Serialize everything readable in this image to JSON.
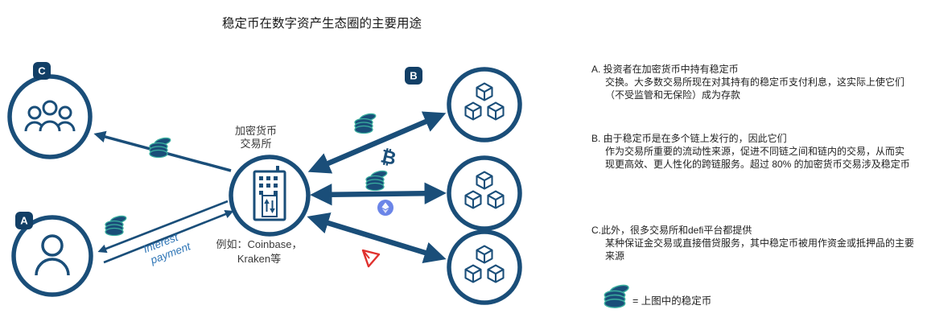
{
  "title": "稳定币在数字资产生态圈的主要用途",
  "diagram": {
    "badges": {
      "a": "A",
      "b": "B",
      "c": "C"
    },
    "exchange": {
      "label1": "加密货币",
      "label2": "交易所",
      "caption1": "例如：Coinbase，",
      "caption2": "Kraken等"
    },
    "interest": {
      "line1": "Interest",
      "line2": "payment"
    },
    "bitcoin_symbol": "₿"
  },
  "notes": {
    "a": [
      "A. 投资者在加密货币中持有稳定币",
      "交换。大多数交易所现在对其持有的稳定币支付利息，这实际上使它们",
      "（不受监管和无保险）成为存款"
    ],
    "b": [
      "B. 由于稳定币是在多个链上发行的，因此它们",
      "作为交易所重要的流动性来源，促进不同链之间和链内的交易，从而实",
      "现更高效、更人性化的跨链服务。超过 80% 的加密货币交易涉及稳定币"
    ],
    "c": [
      "C.此外，很多交易所和defi平台都提供",
      "某种保证金交易或直接借贷服务，其中稳定币被用作资金或抵押品的主要",
      "来源"
    ]
  },
  "legend": {
    "text": "= 上图中的稳定币"
  },
  "colors": {
    "navy": "#1a4e79",
    "badge_navy": "#123f66",
    "coin_accent": "#3aaf9f",
    "interest_blue": "#2e75b6",
    "eth_blue": "#6b85e8",
    "tron_red": "#e0312e"
  }
}
